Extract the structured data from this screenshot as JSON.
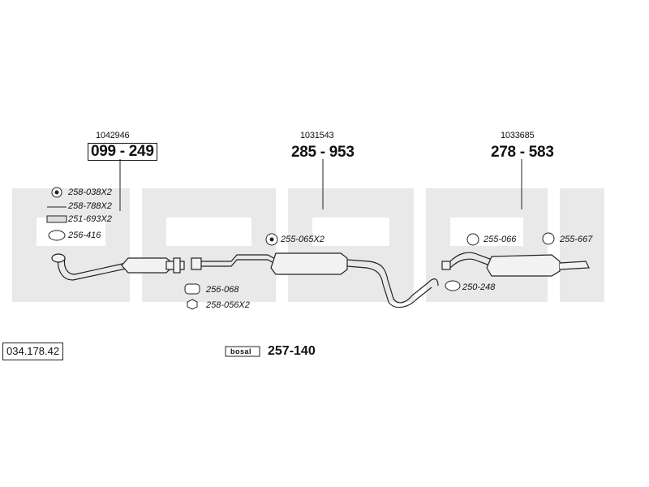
{
  "watermark_text": "bosal",
  "assemblies": [
    {
      "id": "1042946",
      "code": "099 - 249"
    },
    {
      "id": "1031543",
      "code": "285 - 953"
    },
    {
      "id": "1033685",
      "code": "278 - 583"
    }
  ],
  "parts": [
    {
      "code": "258-038X2"
    },
    {
      "code": "258-788X2"
    },
    {
      "code": "251-693X2"
    },
    {
      "code": "256-416"
    },
    {
      "code": "255-065X2"
    },
    {
      "code": "256-068"
    },
    {
      "code": "258-056X2"
    },
    {
      "code": "255-066"
    },
    {
      "code": "255-667"
    },
    {
      "code": "250-248"
    }
  ],
  "catalog_ref": "034.178.42",
  "mount_kit": {
    "brand": "bosal",
    "code": "257-140"
  },
  "colors": {
    "watermark": "#e9e9e9",
    "line": "#222222",
    "fill": "#f2f2f2"
  }
}
